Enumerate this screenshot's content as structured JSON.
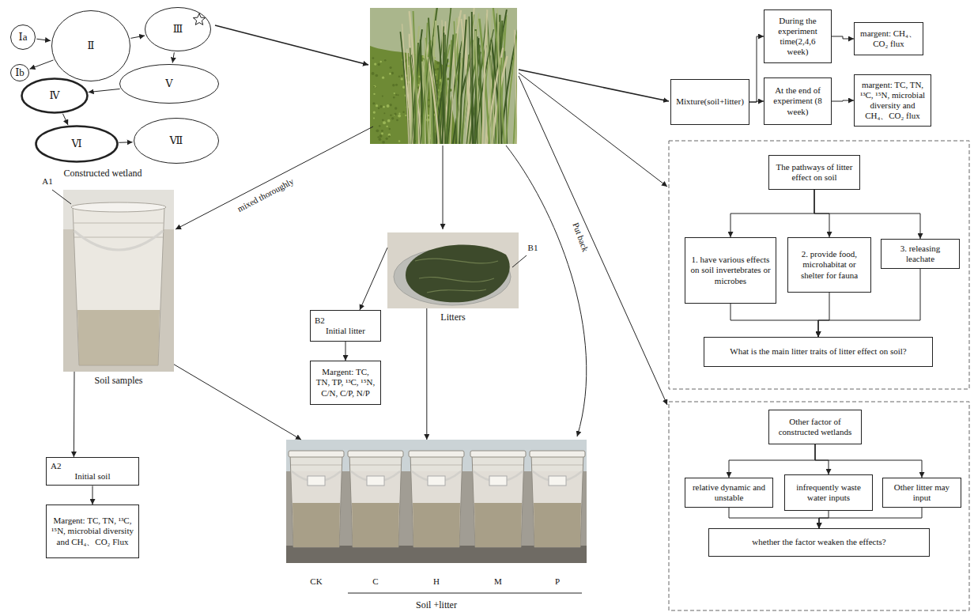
{
  "diagram": {
    "nodes": [
      {
        "text": [
          "Ⅰa"
        ]
      },
      {
        "text": [
          "Ⅱ"
        ]
      },
      {
        "text": [
          "Ⅲ"
        ]
      },
      {
        "text": [
          "Ⅰb"
        ]
      },
      {
        "text": [
          "Ⅴ"
        ]
      },
      {
        "text": [
          "Ⅳ"
        ]
      },
      {
        "text": [
          "Ⅵ"
        ]
      },
      {
        "text": [
          "Ⅶ"
        ]
      },
      {
        "text": [
          "Mixture(soil+litter)"
        ]
      },
      {
        "text": [
          "During the experiment time(2,4,6 week)"
        ]
      },
      {
        "text": [
          "margent: CH₄、CO₂ flux"
        ]
      },
      {
        "text": [
          "At the end of experiment (8 week)"
        ]
      },
      {
        "text": [
          "margent: TC, TN, ¹³C, ¹⁵N, microbial diversity and CH₄、CO₂ flux"
        ]
      },
      {
        "text": [
          "The pathways of litter effect on soil"
        ]
      },
      {
        "text": [
          "1. have various effects on soil invertebrates or microbes"
        ]
      },
      {
        "text": [
          "2. provide food, microhabitat or shelter for fauna"
        ]
      },
      {
        "text": [
          "3. releasing leachate"
        ]
      },
      {
        "text": [
          "What is the main litter traits of litter effect on soil?"
        ]
      },
      {
        "text": [
          "Other factor of constructed wetlands"
        ]
      },
      {
        "text": [
          "relative dynamic and unstable"
        ]
      },
      {
        "text": [
          "infrequently waste water inputs"
        ]
      },
      {
        "text": [
          "Other litter may input"
        ]
      },
      {
        "text": [
          "whether the factor weaken the effects?"
        ]
      },
      {
        "text": [
          "Soil samples"
        ]
      },
      {
        "text": [
          "A2",
          "Initial soil"
        ]
      },
      {
        "text": [
          "Margent: TC, TN, ¹³C, ¹⁵N, microbial diversity and CH₄、CO₂ Flux"
        ]
      },
      {
        "text": [
          "Litters"
        ]
      },
      {
        "text": [
          "B2",
          "Initial litter"
        ]
      },
      {
        "text": [
          "Margent: TC, TN, TP, ¹³C, ¹⁵N, C/N, C/P, N/P"
        ]
      },
      {
        "text": [
          "Soil +litter"
        ]
      }
    ],
    "edges": [
      {
        "from": 0,
        "to": 1,
        "arrow": "to"
      },
      {
        "from": 1,
        "to": 2,
        "arrow": "to"
      },
      {
        "from": 1,
        "to": 3,
        "arrow": "to"
      },
      {
        "from": 2,
        "to": 4,
        "arrow": "to"
      },
      {
        "from": 4,
        "to": 5,
        "arrow": "to"
      },
      {
        "from": 5,
        "to": 6,
        "arrow": "to"
      },
      {
        "from": 6,
        "to": 7,
        "arrow": "to"
      },
      {
        "from": 8,
        "to": 9,
        "arrow": "to"
      },
      {
        "from": 8,
        "to": 11,
        "arrow": "to"
      },
      {
        "from": 9,
        "to": 10,
        "arrow": "to"
      },
      {
        "from": 11,
        "to": 12,
        "arrow": "to"
      },
      {
        "from": 13,
        "to": 14,
        "arrow": "to"
      },
      {
        "from": 13,
        "to": 15,
        "arrow": "to"
      },
      {
        "from": 13,
        "to": 16,
        "arrow": "to"
      },
      {
        "from": 14,
        "to": 17,
        "arrow": "to"
      },
      {
        "from": 15,
        "to": 17,
        "arrow": "to"
      },
      {
        "from": 16,
        "to": 17,
        "arrow": "to"
      },
      {
        "from": 18,
        "to": 19,
        "arrow": "to"
      },
      {
        "from": 18,
        "to": 20,
        "arrow": "to"
      },
      {
        "from": 18,
        "to": 21,
        "arrow": "to"
      },
      {
        "from": 19,
        "to": 22,
        "arrow": "to"
      },
      {
        "from": 20,
        "to": 22,
        "arrow": "to"
      },
      {
        "from": 21,
        "to": 22,
        "arrow": "to"
      },
      {
        "from": 23,
        "to": 24,
        "arrow": "to"
      },
      {
        "from": 24,
        "to": 25,
        "arrow": "to"
      },
      {
        "from": 23,
        "to": 29,
        "arrow": "to"
      },
      {
        "from": 26,
        "to": 27,
        "arrow": "to"
      },
      {
        "from": 27,
        "to": 28,
        "arrow": "to"
      },
      {
        "from": 26,
        "to": 29,
        "arrow": "to"
      }
    ],
    "labels": [
      "Constructed wetland",
      "A1",
      "B1",
      "mixed thoroughly",
      "Put back",
      "CK",
      "C",
      "H",
      "M",
      "P"
    ]
  }
}
